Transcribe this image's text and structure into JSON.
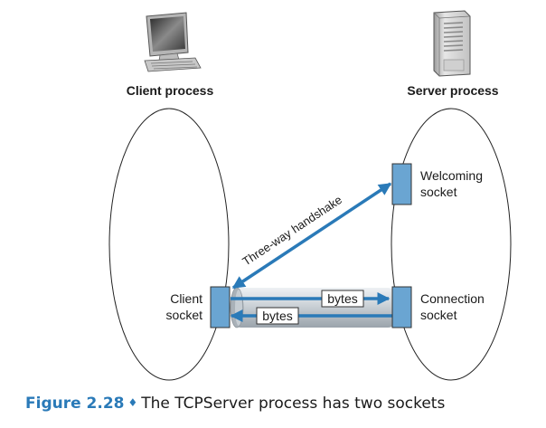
{
  "client": {
    "process_label": "Client process",
    "icon": "desktop-computer-icon",
    "socket_label_line1": "Client",
    "socket_label_line2": "socket"
  },
  "server": {
    "process_label": "Server process",
    "icon": "server-tower-icon",
    "welcoming_label_line1": "Welcoming",
    "welcoming_label_line2": "socket",
    "connection_label_line1": "Connection",
    "connection_label_line2": "socket"
  },
  "handshake_label": "Three-way handshake",
  "bytes_right_label": "bytes",
  "bytes_left_label": "bytes",
  "caption": {
    "figure": "Figure 2.28",
    "separator": "♦",
    "text": "The TCPServer process has two sockets"
  },
  "colors": {
    "accent": "#2a7ab8",
    "socket_fill": "#6aa5d2",
    "socket_stroke": "#333333",
    "pipe": "#c9d0d6"
  }
}
